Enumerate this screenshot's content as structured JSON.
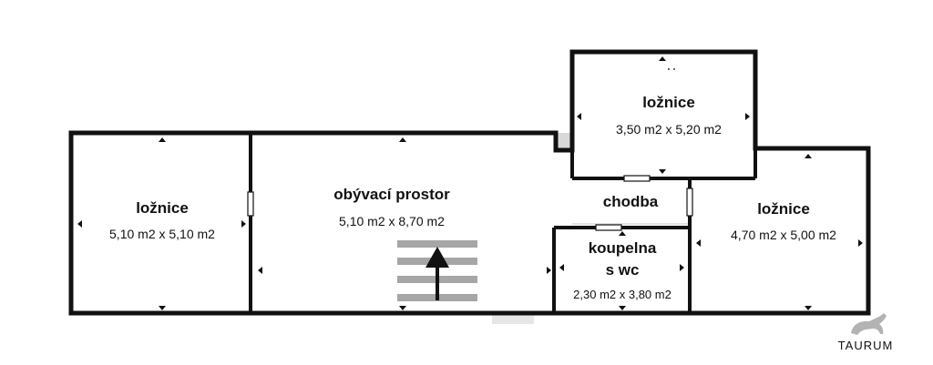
{
  "rooms": {
    "bedroom_left": {
      "name": "ložnice",
      "size": "5,10 m2 x 5,10 m2"
    },
    "living": {
      "name": "obývací prostor",
      "size": "5,10 m2 x 8,70 m2"
    },
    "bedroom_top": {
      "name": "ložnice",
      "size": "3,50 m2 x 5,20 m2"
    },
    "hallway": {
      "name": "chodba"
    },
    "bathroom": {
      "name_line1": "koupelna",
      "name_line2": "s wc",
      "size": "2,30 m2 x 3,80 m2"
    },
    "bedroom_right": {
      "name": "ložnice",
      "size": "4,70 m2 x 5,00 m2"
    }
  },
  "logo": {
    "text": "TAURUM"
  },
  "icons": {
    "stairs": "stairs-arrow-up-icon",
    "logo": "bull-icon"
  }
}
